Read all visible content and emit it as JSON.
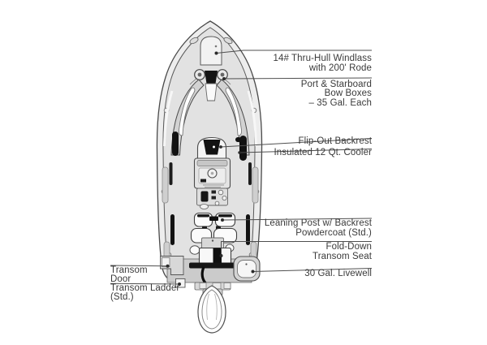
{
  "callouts": [
    {
      "id": "windlass",
      "lines": [
        "14# Thru-Hull Windlass",
        "with 200' Rode"
      ]
    },
    {
      "id": "bow-boxes",
      "lines": [
        "Port & Starboard",
        "Bow Boxes",
        "– 35 Gal. Each"
      ]
    },
    {
      "id": "flip-out-backrest",
      "lines": [
        "Flip-Out Backrest"
      ]
    },
    {
      "id": "cooler",
      "lines": [
        "Insulated 12 Qt. Cooler"
      ]
    },
    {
      "id": "leaning-post",
      "lines": [
        "Leaning Post w/ Backrest",
        "Powdercoat (Std.)"
      ]
    },
    {
      "id": "fold-down-seat",
      "lines": [
        "Fold-Down",
        "Transom Seat"
      ]
    },
    {
      "id": "livewell",
      "lines": [
        "30 Gal. Livewell"
      ]
    },
    {
      "id": "transom-door",
      "lines": [
        "Transom",
        "Door"
      ]
    },
    {
      "id": "transom-ladder",
      "lines": [
        "Transom Ladder",
        "(Std.)"
      ]
    }
  ],
  "colors": {
    "background": "#ffffff",
    "line_art": "#4a4a4a",
    "callout_line": "#4f4f4f",
    "text": "#3a3a3a",
    "accent_black": "#141414",
    "hull_fill": "#ededed",
    "deck_fill": "#e2e2e2"
  }
}
